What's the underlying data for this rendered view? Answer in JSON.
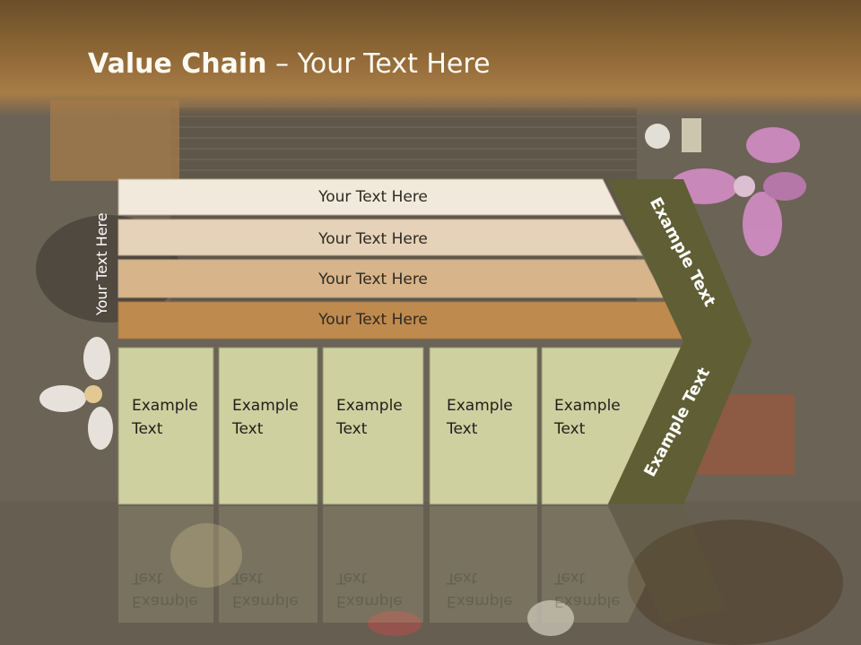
{
  "title": {
    "bold": "Value Chain",
    "rest": " – Your Text Here"
  },
  "vertical_label": "Your Text Here",
  "bands": [
    {
      "label": "Your Text Here",
      "color": "#f2e9dd"
    },
    {
      "label": "Your Text Here",
      "color": "#e6d2b8"
    },
    {
      "label": "Your Text Here",
      "color": "#d8b48a"
    },
    {
      "label": "Your Text Here",
      "color": "#bf8a4e"
    }
  ],
  "cells": [
    {
      "line1": "Example",
      "line2": "Text"
    },
    {
      "line1": "Example",
      "line2": "Text"
    },
    {
      "line1": "Example",
      "line2": "Text"
    },
    {
      "line1": "Example",
      "line2": "Text"
    },
    {
      "line1": "Example",
      "line2": "Text"
    }
  ],
  "chevron": {
    "upper_label": "Example Text",
    "lower_label": "Example Text",
    "color": "#5f5e34"
  },
  "colors": {
    "cell": "#cfd0a0",
    "cell_border": "#8e8f6a"
  }
}
